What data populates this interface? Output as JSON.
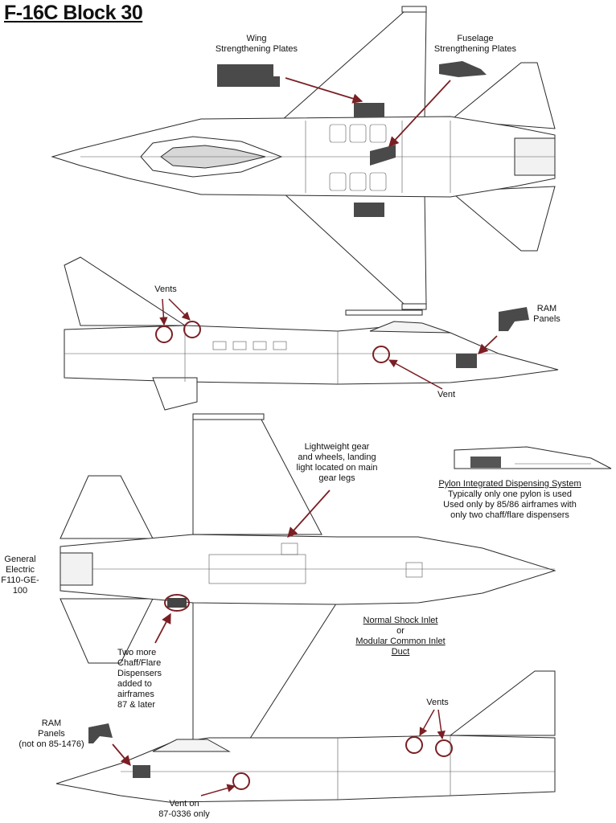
{
  "title": "F-16C Block 30",
  "colors": {
    "outline": "#2a2a2a",
    "panel_fill": "#ffffff",
    "dark_panel": "#4a4a4a",
    "callout": "#7a1f24"
  },
  "labels": {
    "wing_plates": [
      "Wing",
      "Strengthening Plates"
    ],
    "fuselage_plates": [
      "Fuselage",
      "Strengthening Plates"
    ],
    "vents_top": "Vents",
    "ram_panels_top": [
      "RAM",
      "Panels"
    ],
    "vent_side": "Vent",
    "lightweight_gear": [
      "Lightweight gear",
      "and wheels, landing",
      "light located on main",
      "gear legs"
    ],
    "pylon_title": "Pylon Integrated Dispensing System",
    "pylon_lines": [
      "Typically only one pylon is used",
      "Used only by 85/86 airframes with",
      "only two chaff/flare dispensers"
    ],
    "engine": [
      "General",
      "Electric",
      "F110-GE-100"
    ],
    "inlet_normal": "Normal Shock Inlet",
    "inlet_or": "or",
    "inlet_modular": "Modular Common Inlet Duct",
    "chaff": [
      "Two more",
      "Chaff/Flare",
      "Dispensers",
      "added to",
      "airframes",
      "87 & later"
    ],
    "vents_bottom": "Vents",
    "ram_panels_bottom": [
      "RAM",
      "Panels",
      "(not on 85-1476)"
    ],
    "vent_bottom": [
      "Vent on",
      "87-0336 only"
    ]
  }
}
